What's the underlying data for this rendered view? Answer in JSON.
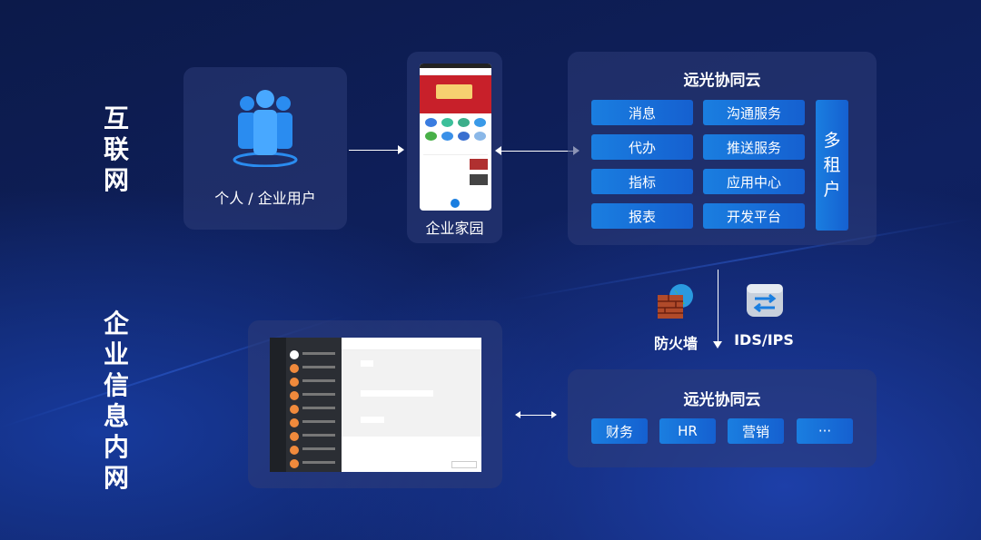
{
  "sections": {
    "internet": "互联网",
    "intranet": "企业信息内网"
  },
  "users_card": {
    "label": "个人 / 企业用户",
    "icon": "users-icon"
  },
  "phone_card": {
    "label": "企业家园"
  },
  "cloud_top": {
    "title": "远光协同云",
    "col1": [
      "消息",
      "代办",
      "指标",
      "报表"
    ],
    "col2": [
      "沟通服务",
      "推送服务",
      "应用中心",
      "开发平台"
    ],
    "tall": "多租户"
  },
  "security": {
    "firewall": "防火墙",
    "ids": "IDS/IPS"
  },
  "cloud_bottom": {
    "title": "远光协同云",
    "items": [
      "财务",
      "HR",
      "营销",
      "···"
    ]
  },
  "colors": {
    "background": "#0f2160",
    "button": "#1a7ee0",
    "card": "#2d3c78"
  }
}
